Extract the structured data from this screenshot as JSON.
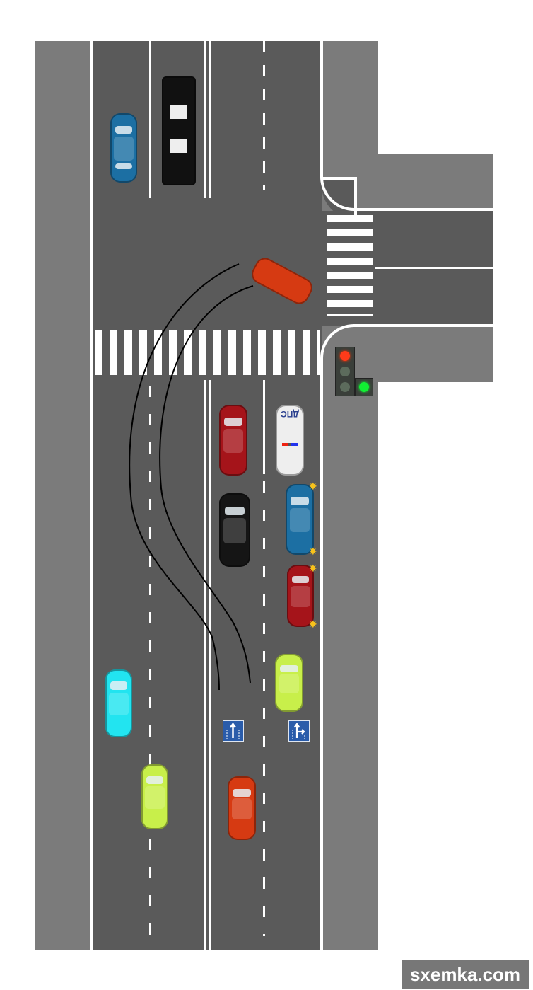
{
  "scene": {
    "title": "Intersection accident scheme"
  },
  "police_car": {
    "label": "ДПС"
  },
  "traffic_light": {
    "main_signal": "red",
    "arrow_signal": "green"
  },
  "signs": [
    {
      "type": "lane-straight"
    },
    {
      "type": "lane-straight-or-right"
    }
  ],
  "cars": [
    {
      "id": "blue-top",
      "color": "#1c6fa3"
    },
    {
      "id": "black-bus",
      "color": "#111111"
    },
    {
      "id": "orange-turning",
      "color": "#d63a12"
    },
    {
      "id": "red-1",
      "color": "#a5141a"
    },
    {
      "id": "police",
      "color": "#eeeeee"
    },
    {
      "id": "black-suv",
      "color": "#151515"
    },
    {
      "id": "blue-damaged",
      "color": "#1c6fa3"
    },
    {
      "id": "red-damaged",
      "color": "#a5141a"
    },
    {
      "id": "lime-1",
      "color": "#c8ef4a"
    },
    {
      "id": "cyan",
      "color": "#22e4f0"
    },
    {
      "id": "lime-2",
      "color": "#c8ef4a"
    },
    {
      "id": "orange-bottom",
      "color": "#d63a12"
    }
  ],
  "watermark": {
    "text": "sxemka.com"
  }
}
